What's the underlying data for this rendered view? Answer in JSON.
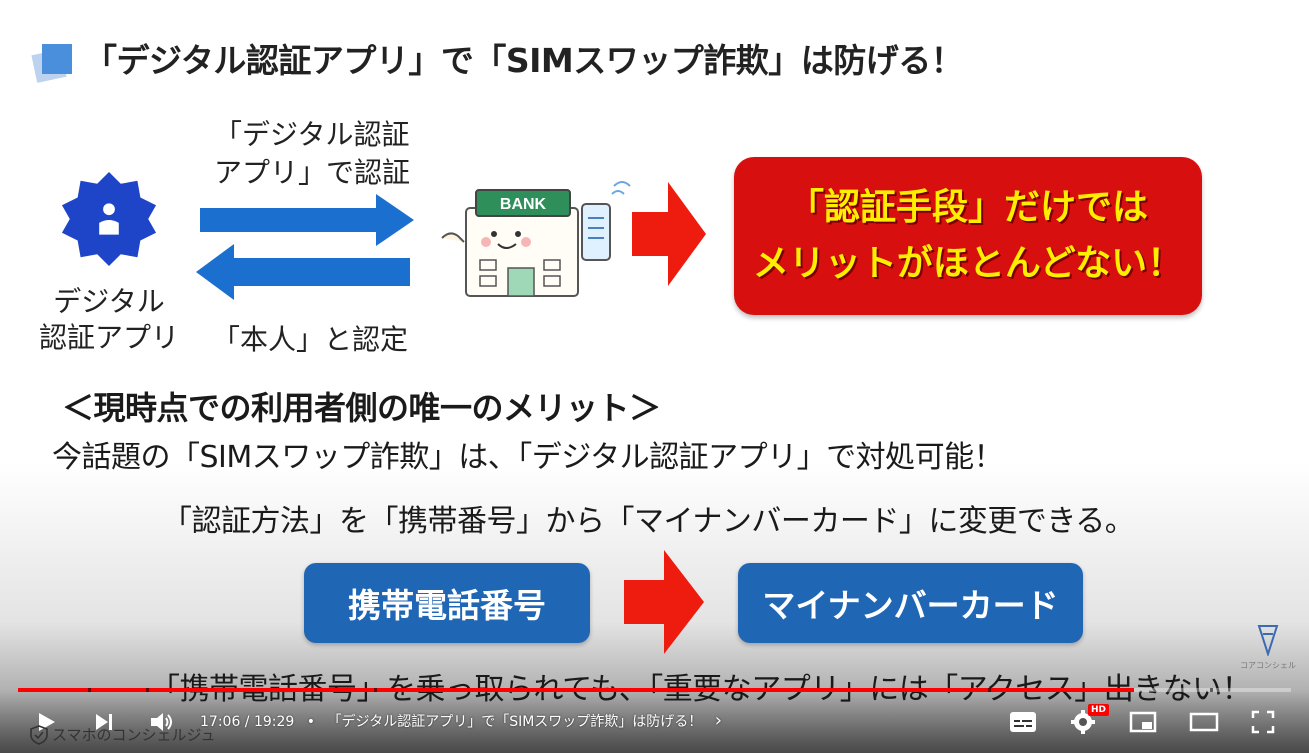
{
  "slide": {
    "title": "「デジタル認証アプリ」で「SIMスワップ詐欺」は防げる！",
    "app_label_line1": "デジタル",
    "app_label_line2": "認証アプリ",
    "arrow_top_label_line1": "「デジタル認証",
    "arrow_top_label_line2": "アプリ」で認証",
    "arrow_bottom_label": "「本人」と認定",
    "bank_sign": "BANK",
    "red_box_line1": "「認証手段」だけでは",
    "red_box_line2": "メリットがほとんどない！",
    "merit_title": "＜現時点での利用者側の唯一のメリット＞",
    "merit_body": "今話題の「SIMスワップ詐欺」は、「デジタル認証アプリ」で対処可能！",
    "change_text": "「認証方法」を「携帯番号」から「マイナンバーカード」に変更できる。",
    "box_phone": "携帯電話番号",
    "box_card": "マイナンバーカード",
    "bottom_text": "「携帯電話番号」を乗っ取られても、「重要なアプリ」には「アクセス」出きない！",
    "watermark": "コアコンシェル"
  },
  "player": {
    "time_text": "17:06 / 19:29",
    "separator": "•",
    "chapter": "「デジタル認証アプリ」で「SIMスワップ詐欺」は防げる！",
    "chapter_chevron": "›",
    "channel_name": "スマホのコンシェルジュ",
    "hd_badge": "HD",
    "progress_played_fraction": 0.877,
    "colors": {
      "accent_red": "#ff0000",
      "slide_red": "#d80f0f",
      "slide_blue": "#1f66b5",
      "text_yellow": "#ffee00"
    },
    "icons": [
      "play-icon",
      "next-icon",
      "volume-icon",
      "chevron-right-icon",
      "subtitles-icon",
      "settings-icon",
      "miniplayer-icon",
      "theater-icon",
      "fullscreen-icon"
    ]
  }
}
